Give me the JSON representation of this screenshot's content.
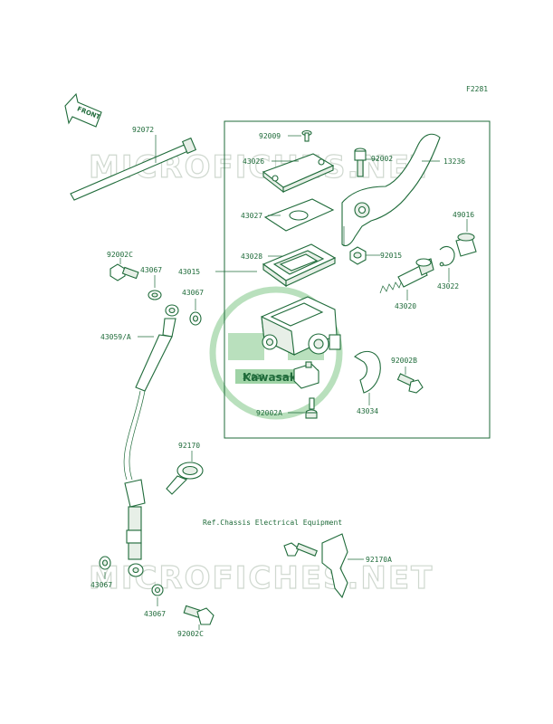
{
  "figure_code": "F2281",
  "front_label": "FRONT",
  "watermark_text": "MICROFICHES.NET",
  "kawasaki_mark": "Kawasaki",
  "reference_note": "Ref.Chassis Electrical Equipment",
  "colors": {
    "line": "#1f6b3a",
    "watermark": "#cfd8cf",
    "logo": "#b9e0bd"
  },
  "parts": {
    "p92072": "92072",
    "p92009": "92009",
    "p92002": "92002",
    "p13236": "13236",
    "p43026": "43026",
    "p43027": "43027",
    "p49016": "49016",
    "p43028": "43028",
    "p92015": "92015",
    "p92002c_top": "92002C",
    "p43067_a": "43067",
    "p43015": "43015",
    "p43022": "43022",
    "p43067_b": "43067",
    "p43020": "43020",
    "p43059a": "43059/A",
    "p92002b": "92002B",
    "p27010": "27010",
    "p92002a": "92002A",
    "p43034": "43034",
    "p92170": "92170",
    "p92170a": "92170A",
    "p43067_c": "43067",
    "p43067_d": "43067",
    "p92002c_bot": "92002C"
  }
}
